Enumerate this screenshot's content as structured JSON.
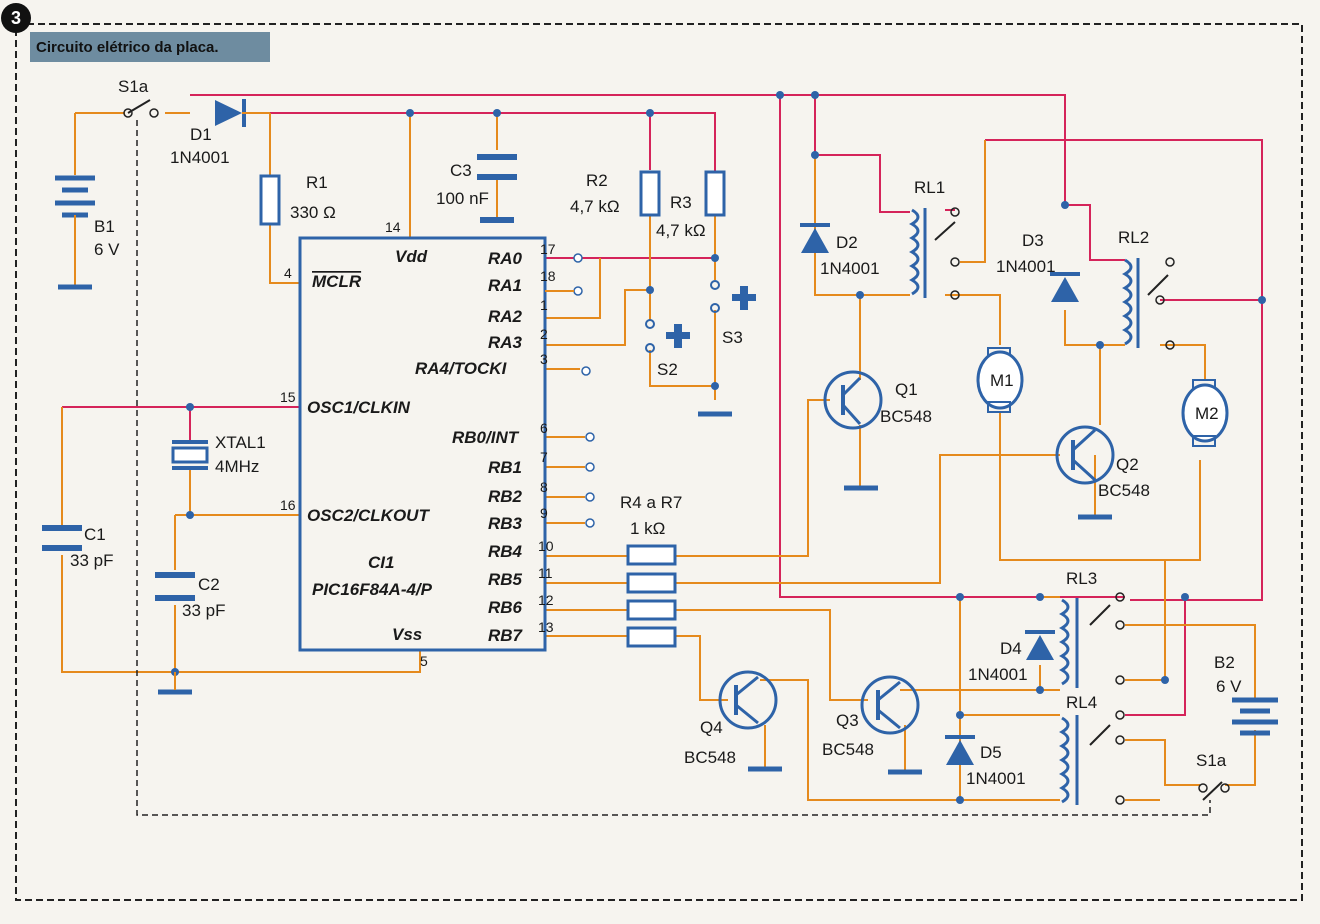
{
  "figure": {
    "number": "3",
    "title": "Circuito elétrico da placa."
  },
  "components": {
    "s1a_top": "S1a",
    "d1": "D1",
    "d1_part": "1N4001",
    "b1": "B1",
    "b1_val": "6 V",
    "r1": "R1",
    "r1_val": "330 Ω",
    "c3": "C3",
    "c3_val": "100 nF",
    "r2": "R2",
    "r2_val": "4,7 kΩ",
    "r3": "R3",
    "r3_val": "4,7 kΩ",
    "s2": "S2",
    "s3": "S3",
    "xtal": "XTAL1",
    "xtal_val": "4MHz",
    "c1": "C1",
    "c1_val": "33 pF",
    "c2": "C2",
    "c2_val": "33 pF",
    "r4r7": "R4 a R7",
    "r4r7_val": "1 kΩ",
    "rl1": "RL1",
    "rl2": "RL2",
    "rl3": "RL3",
    "rl4": "RL4",
    "d2": "D2",
    "d3": "D3",
    "d4": "D4",
    "d5": "D5",
    "diode_part": "1N4001",
    "q1": "Q1",
    "q2": "Q2",
    "q3": "Q3",
    "q4": "Q4",
    "transistor_part": "BC548",
    "m1": "M1",
    "m2": "M2",
    "b2": "B2",
    "b2_val": "6 V",
    "s1a_bottom": "S1a"
  },
  "ic": {
    "name": "CI1",
    "part": "PIC16F84A-4/P",
    "pins": [
      {
        "num": "14",
        "name": "Vdd"
      },
      {
        "num": "4",
        "name": "MCLR"
      },
      {
        "num": "15",
        "name": "OSC1/CLKIN"
      },
      {
        "num": "16",
        "name": "OSC2/CLKOUT"
      },
      {
        "num": "5",
        "name": "Vss"
      },
      {
        "num": "17",
        "name": "RA0"
      },
      {
        "num": "18",
        "name": "RA1"
      },
      {
        "num": "1",
        "name": "RA2"
      },
      {
        "num": "2",
        "name": "RA3"
      },
      {
        "num": "3",
        "name": "RA4/TOCKI"
      },
      {
        "num": "6",
        "name": "RB0/INT"
      },
      {
        "num": "7",
        "name": "RB1"
      },
      {
        "num": "8",
        "name": "RB2"
      },
      {
        "num": "9",
        "name": "RB3"
      },
      {
        "num": "10",
        "name": "RB4"
      },
      {
        "num": "11",
        "name": "RB5"
      },
      {
        "num": "12",
        "name": "RB6"
      },
      {
        "num": "13",
        "name": "RB7"
      }
    ]
  },
  "colors": {
    "wire_supply": "#d5245a",
    "wire_signal": "#e58a1d",
    "component": "#2e63a8",
    "border": "#222222",
    "title_bg": "#6e8ca0"
  }
}
